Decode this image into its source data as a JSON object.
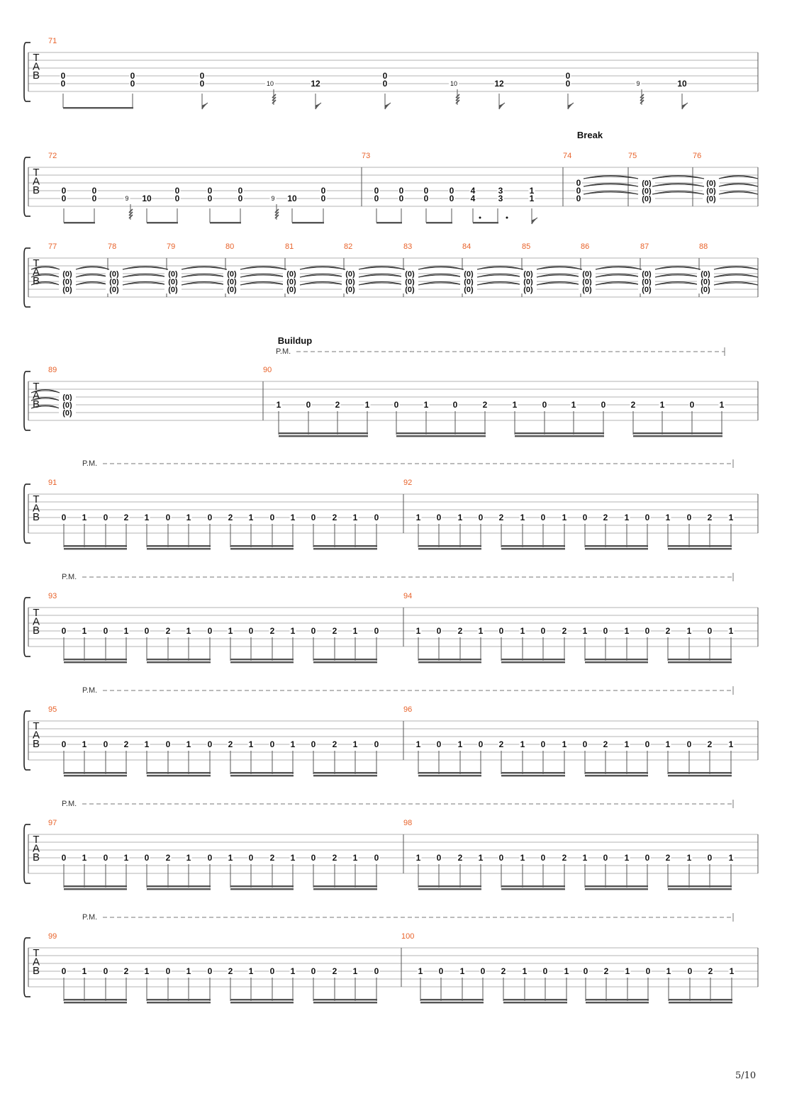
{
  "page": {
    "number": "5/10"
  },
  "labels": {
    "tab": [
      "T",
      "A",
      "B"
    ],
    "palm_mute": "P.M.",
    "tie_zero": "(0)"
  },
  "sections": {
    "break": "Break",
    "buildup": "Buildup"
  },
  "colors": {
    "bar_number": "#e8622a",
    "line": "#9a9a9a",
    "barline": "#555555",
    "note": "#111111",
    "beam": "#555555",
    "dash": "#777777"
  },
  "bar_numbers": [
    "71",
    "72",
    "73",
    "74",
    "75",
    "76",
    "77",
    "78",
    "79",
    "80",
    "81",
    "82",
    "83",
    "84",
    "85",
    "86",
    "87",
    "88",
    "89",
    "90",
    "91",
    "92",
    "93",
    "94",
    "95",
    "96",
    "97",
    "98",
    "99",
    "100"
  ],
  "system1": {
    "bar": "71",
    "events": [
      {
        "top": "0",
        "bottom": "0"
      },
      {
        "top": "0",
        "bottom": "0"
      },
      {
        "top": "0",
        "bottom": "0"
      },
      {
        "bottom": "10",
        "grace": true
      },
      {
        "bottom": "12"
      },
      {
        "top": "0",
        "bottom": "0"
      },
      {
        "bottom": "10",
        "grace": true
      },
      {
        "bottom": "12"
      },
      {
        "top": "0",
        "bottom": "0"
      },
      {
        "bottom": "9",
        "grace": true
      },
      {
        "bottom": "10"
      }
    ]
  },
  "system2": {
    "bar72": [
      {
        "top": "0",
        "bottom": "0"
      },
      {
        "top": "0",
        "bottom": "0"
      },
      {
        "bottom": "9",
        "grace": true
      },
      {
        "bottom": "10"
      },
      {
        "top": "0",
        "bottom": "0"
      },
      {
        "top": "0",
        "bottom": "0"
      },
      {
        "top": "0",
        "bottom": "0"
      },
      {
        "bottom": "9",
        "grace": true
      },
      {
        "bottom": "10"
      },
      {
        "top": "0",
        "bottom": "0"
      }
    ],
    "bar73": [
      {
        "top": "0",
        "bottom": "0"
      },
      {
        "top": "0",
        "bottom": "0"
      },
      {
        "top": "0",
        "bottom": "0"
      },
      {
        "top": "0",
        "bottom": "0"
      },
      {
        "top": "4",
        "bottom": "4",
        "dotted": true
      },
      {
        "top": "3",
        "bottom": "3",
        "dotted": true
      },
      {
        "top": "1",
        "bottom": "1"
      }
    ],
    "bar74_chord": [
      "0",
      "0",
      "0"
    ]
  },
  "pm_rows": [
    [
      "1",
      "0",
      "2",
      "1",
      "0",
      "1",
      "0",
      "2",
      "1",
      "0",
      "1",
      "0",
      "2",
      "1",
      "0",
      "1"
    ],
    [
      "0",
      "1",
      "0",
      "2",
      "1",
      "0",
      "1",
      "0",
      "2",
      "1",
      "0",
      "1",
      "0",
      "2",
      "1",
      "0"
    ],
    [
      "1",
      "0",
      "1",
      "0",
      "2",
      "1",
      "0",
      "1",
      "0",
      "2",
      "1",
      "0",
      "1",
      "0",
      "2",
      "1"
    ],
    [
      "0",
      "1",
      "0",
      "1",
      "0",
      "2",
      "1",
      "0",
      "1",
      "0",
      "2",
      "1",
      "0",
      "2",
      "1",
      "0"
    ],
    [
      "1",
      "0",
      "2",
      "1",
      "0",
      "1",
      "0",
      "2",
      "1",
      "0",
      "1",
      "0",
      "2",
      "1",
      "0",
      "1"
    ],
    [
      "0",
      "1",
      "0",
      "2",
      "1",
      "0",
      "1",
      "0",
      "2",
      "1",
      "0",
      "1",
      "0",
      "2",
      "1",
      "0"
    ],
    [
      "1",
      "0",
      "1",
      "0",
      "2",
      "1",
      "0",
      "1",
      "0",
      "2",
      "1",
      "0",
      "1",
      "0",
      "2",
      "1"
    ],
    [
      "0",
      "1",
      "0",
      "1",
      "0",
      "2",
      "1",
      "0",
      "1",
      "0",
      "2",
      "1",
      "0",
      "2",
      "1",
      "0"
    ],
    [
      "1",
      "0",
      "2",
      "1",
      "0",
      "1",
      "0",
      "2",
      "1",
      "0",
      "1",
      "0",
      "2",
      "1",
      "0",
      "1"
    ],
    [
      "0",
      "1",
      "0",
      "2",
      "1",
      "0",
      "1",
      "0",
      "2",
      "1",
      "0",
      "1",
      "0",
      "2",
      "1",
      "0"
    ],
    [
      "1",
      "0",
      "1",
      "0",
      "2",
      "1",
      "0",
      "1",
      "0",
      "2",
      "1",
      "0",
      "1",
      "0",
      "2",
      "1"
    ]
  ]
}
